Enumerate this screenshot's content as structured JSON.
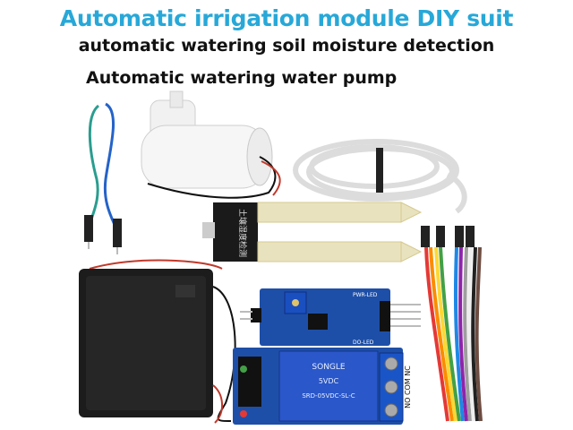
{
  "header": {
    "title": "Automatic irrigation module DIY suit",
    "subtitle": "automatic watering soil moisture detection",
    "pump_caption": "Automatic watering water pump"
  },
  "sensor": {
    "label": "土壤湿度检测"
  },
  "module": {
    "pwr_led": "PWR-LED",
    "do_led": "DO-LED"
  },
  "relay": {
    "label_line1": "SONGLE",
    "label_line2": "5VDC",
    "label_line3": "SRD-05VDC-SL-C",
    "terminals": "NO COM NC"
  },
  "colors": {
    "title": "#27a8d8",
    "relay_blue": "#2a57c9",
    "board_blue": "#1e4fa8",
    "pcb_black": "#1a1a1a"
  }
}
